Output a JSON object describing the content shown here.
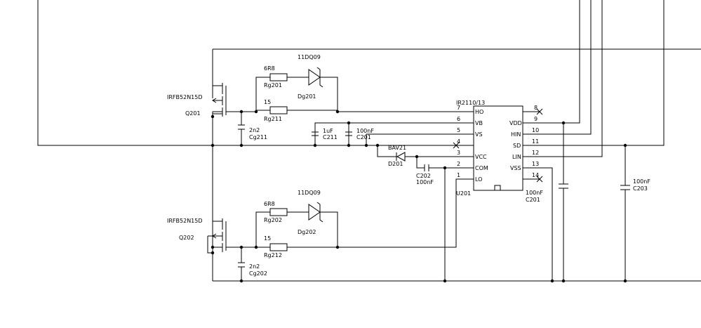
{
  "ic": {
    "ref": "U201",
    "part": "IR2110/13",
    "pins": [
      {
        "num": "7",
        "name": "HO"
      },
      {
        "num": "6",
        "name": "VB"
      },
      {
        "num": "5",
        "name": "VS"
      },
      {
        "num": "4",
        "name": ""
      },
      {
        "num": "3",
        "name": "VCC"
      },
      {
        "num": "2",
        "name": "COM"
      },
      {
        "num": "1",
        "name": "LO"
      },
      {
        "num": "8",
        "name": ""
      },
      {
        "num": "9",
        "name": "VDD"
      },
      {
        "num": "10",
        "name": "HIN"
      },
      {
        "num": "11",
        "name": "SD"
      },
      {
        "num": "12",
        "name": "LIN"
      },
      {
        "num": "13",
        "name": "VSS"
      },
      {
        "num": "14",
        "name": ""
      }
    ]
  },
  "mosfets": [
    {
      "ref": "Q201",
      "part": "IRFB52N15D"
    },
    {
      "ref": "Q202",
      "part": "IRFB52N15D"
    }
  ],
  "resistors": [
    {
      "ref": "Rg201",
      "value": "6R8"
    },
    {
      "ref": "Rg211",
      "value": "15"
    },
    {
      "ref": "Rg202",
      "value": "6R8"
    },
    {
      "ref": "Rg212",
      "value": "15"
    }
  ],
  "diodes": [
    {
      "ref": "Dg201",
      "part": "11DQ09"
    },
    {
      "ref": "Dg202",
      "part": "11DQ09"
    },
    {
      "ref": "D201",
      "part": "BAV21"
    }
  ],
  "capacitors": [
    {
      "ref": "Cg211",
      "value": "2n2"
    },
    {
      "ref": "Cg202",
      "value": "2n2"
    },
    {
      "ref": "C211",
      "value": "1uF"
    },
    {
      "ref": "C201",
      "value": "100nF"
    },
    {
      "ref": "C202",
      "value": "100nF"
    },
    {
      "ref": "C201",
      "value": "100nF"
    },
    {
      "ref": "C203",
      "value": "100nF"
    }
  ]
}
